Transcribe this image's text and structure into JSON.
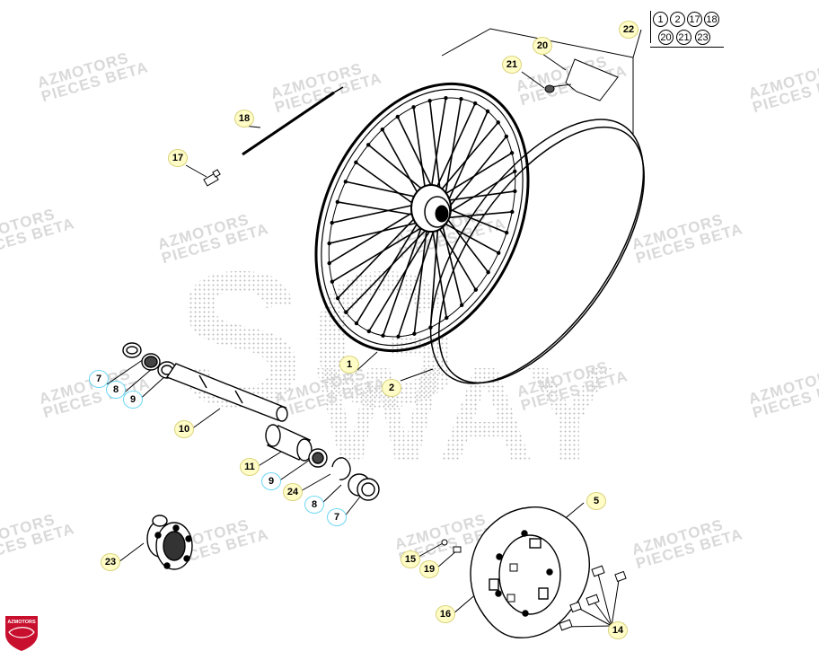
{
  "watermark": {
    "line1": "AZMOTORS",
    "line2": "PIECES BETA",
    "big_word_1": "SG",
    "big_word_2": "WAY"
  },
  "logo": {
    "text": "AZMOTORS"
  },
  "kit": {
    "ref": "22",
    "row1": [
      "1",
      "2",
      "17",
      "18"
    ],
    "row2": [
      "20",
      "21",
      "23"
    ]
  },
  "callouts": {
    "c1": "1",
    "c2": "2",
    "c5": "5",
    "c7a": "7",
    "c7b": "7",
    "c8a": "8",
    "c8b": "8",
    "c9a": "9",
    "c9b": "9",
    "c10": "10",
    "c11": "11",
    "c14": "14",
    "c15": "15",
    "c16": "16",
    "c17": "17",
    "c18": "18",
    "c19": "19",
    "c20": "20",
    "c21": "21",
    "c22": "22",
    "c23": "23",
    "c24": "24"
  }
}
